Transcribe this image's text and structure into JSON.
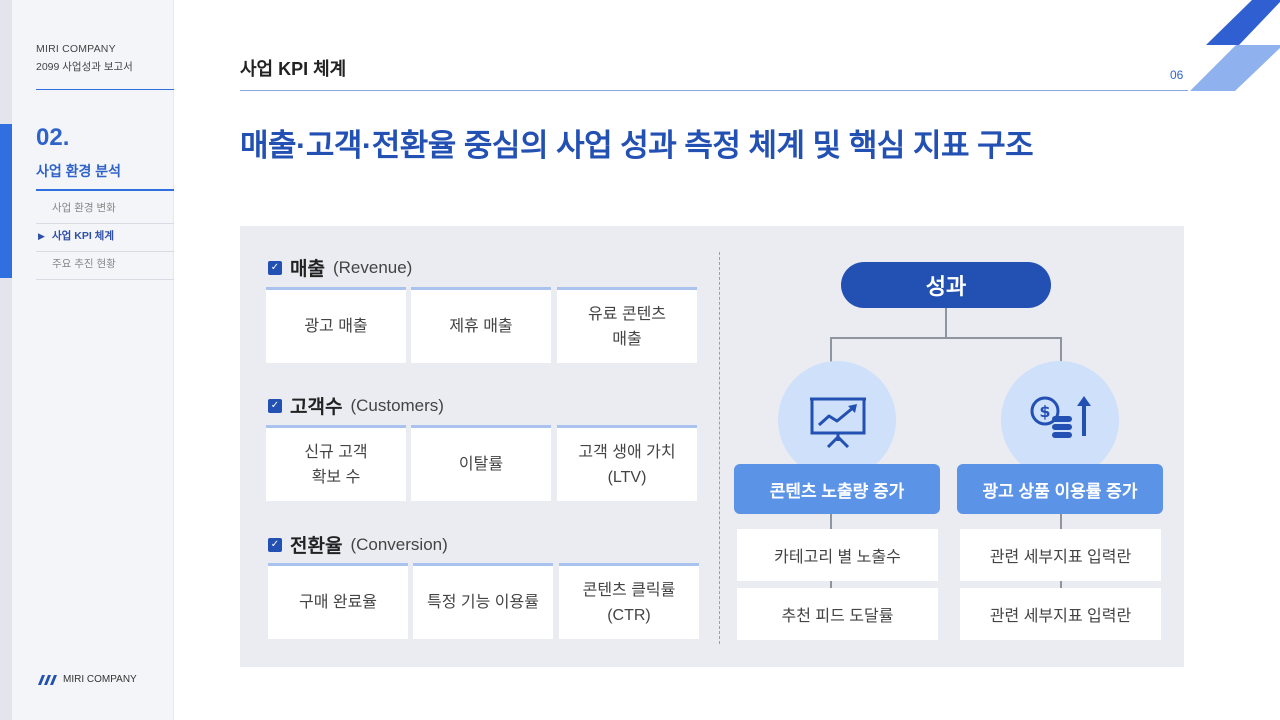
{
  "sidebar": {
    "company": "MIRI COMPANY",
    "report": "2099 사업성과 보고서",
    "section_number": "02.",
    "section_title": "사업 환경 분석",
    "nav": [
      {
        "label": "사업 환경 변화"
      },
      {
        "label": "사업 KPI 체계",
        "marker": "▶"
      },
      {
        "label": "주요 추진 현황"
      }
    ],
    "footer_brand": "MIRI COMPANY"
  },
  "header": {
    "heading": "사업 KPI 체계",
    "page_number": "06",
    "title": "매출·고객·전환율 중심의 사업 성과 측정 체계 및 핵심 지표 구조"
  },
  "kpi_groups": [
    {
      "name": "매출",
      "sub": "(Revenue)",
      "items": [
        "광고 매출",
        "제휴 매출",
        "유료 콘텐츠\n매출"
      ]
    },
    {
      "name": "고객수",
      "sub": "(Customers)",
      "items": [
        "신규 고객\n확보 수",
        "이탈률",
        "고객 생애 가치\n(LTV)"
      ]
    },
    {
      "name": "전환율",
      "sub": "(Conversion)",
      "items": [
        "구매 완료율",
        "특정 기능 이용률",
        "콘텐츠 클릭률\n(CTR)"
      ]
    }
  ],
  "diagram": {
    "root": "성과",
    "left": {
      "icon": "presentation-chart-icon",
      "label": "콘텐츠 노출량 증가",
      "items": [
        "카테고리 별 노출수",
        "추천 피드 도달률"
      ]
    },
    "right": {
      "icon": "coins-growth-icon",
      "label": "광고 상품 이용률 증가",
      "items": [
        "관련 세부지표 입력란",
        "관련 세부지표 입력란"
      ]
    }
  },
  "colors": {
    "primary": "#2350b3",
    "accent": "#5b93e6",
    "light": "#cfe0fa",
    "panel": "#ebecf1"
  }
}
